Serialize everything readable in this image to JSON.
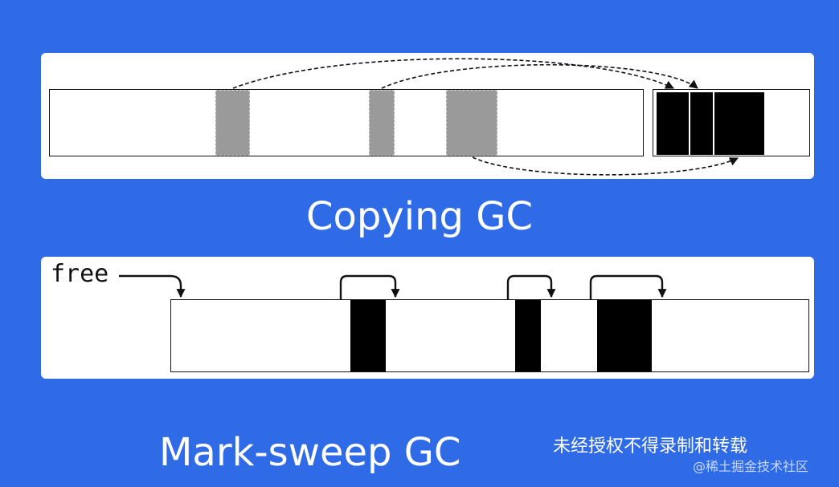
{
  "copying": {
    "caption": "Copying GC"
  },
  "mark_sweep": {
    "caption": "Mark-sweep GC",
    "free_label": "free"
  },
  "watermark": {
    "notice": "未经授权不得录制和转载",
    "credit": "@稀土掘金技术社区"
  },
  "colors": {
    "background": "#2f6be6",
    "panel": "#ffffff",
    "live_object": "#000000",
    "copied_source": "#9a9a9a"
  },
  "arrows": {
    "copy_style": "dashed",
    "pointer_style": "solid"
  }
}
